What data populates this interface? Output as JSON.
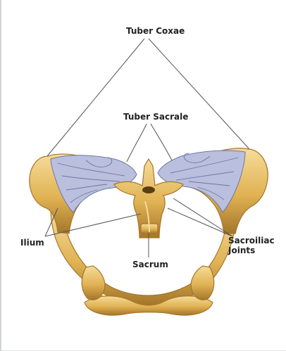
{
  "diagram": {
    "labels": {
      "tuber_coxae": "Tuber Coxae",
      "tuber_sacrale": "Tuber Sacrale",
      "ilium": "Ilium",
      "sacrum": "Sacrum",
      "sacroiliac_joints": "Sacroiliac\nJoints"
    },
    "colors": {
      "bone_fill": "#e0b253",
      "bone_shadow": "#a5762a",
      "bone_highlight": "#f6dc9a",
      "ligament_fill": "#b9bfdc",
      "ligament_stroke": "#6f77a6",
      "leader_line": "#555555",
      "frame_border": "#cfd3d8"
    }
  }
}
